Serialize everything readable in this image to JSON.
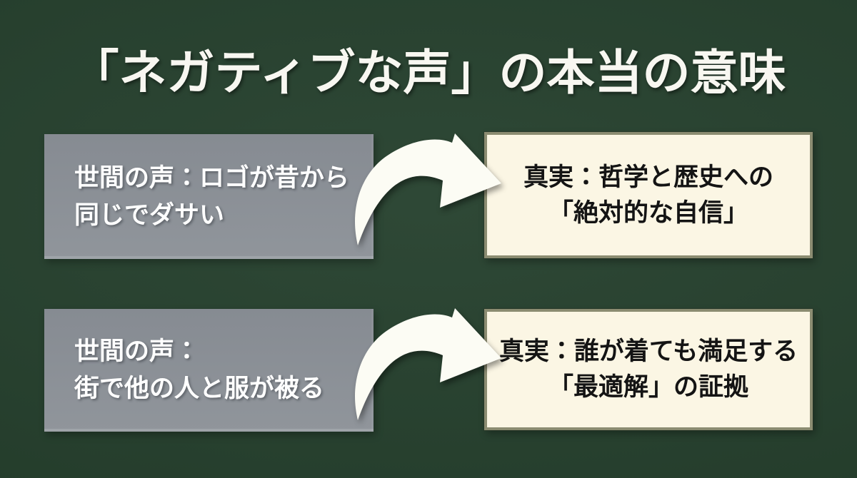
{
  "title": "「ネガティブな声」の本当の意味",
  "rows": [
    {
      "voice": {
        "lines": [
          "世間の声：ロゴが昔から",
          "同じでダサい"
        ]
      },
      "truth": {
        "lines": [
          "真実：哲学と歴史への",
          "「絶対的な自信」"
        ]
      }
    },
    {
      "voice": {
        "lines": [
          "世間の声：",
          "街で他の人と服が被る"
        ]
      },
      "truth": {
        "lines": [
          "真実：誰が着ても満足する",
          "「最適解」の証拠"
        ]
      }
    }
  ],
  "icons": {
    "arrow": "curved-arrow-right"
  },
  "colors": {
    "background": "#25402d",
    "title_text": "#f8f7f1",
    "voice_box_fill": "#8a8f96",
    "voice_box_text": "#ffffff",
    "truth_box_fill": "#fbf6e4",
    "truth_box_border": "#8b8c71",
    "truth_box_text": "#141414",
    "arrow_fill": "#fcfcf4"
  }
}
